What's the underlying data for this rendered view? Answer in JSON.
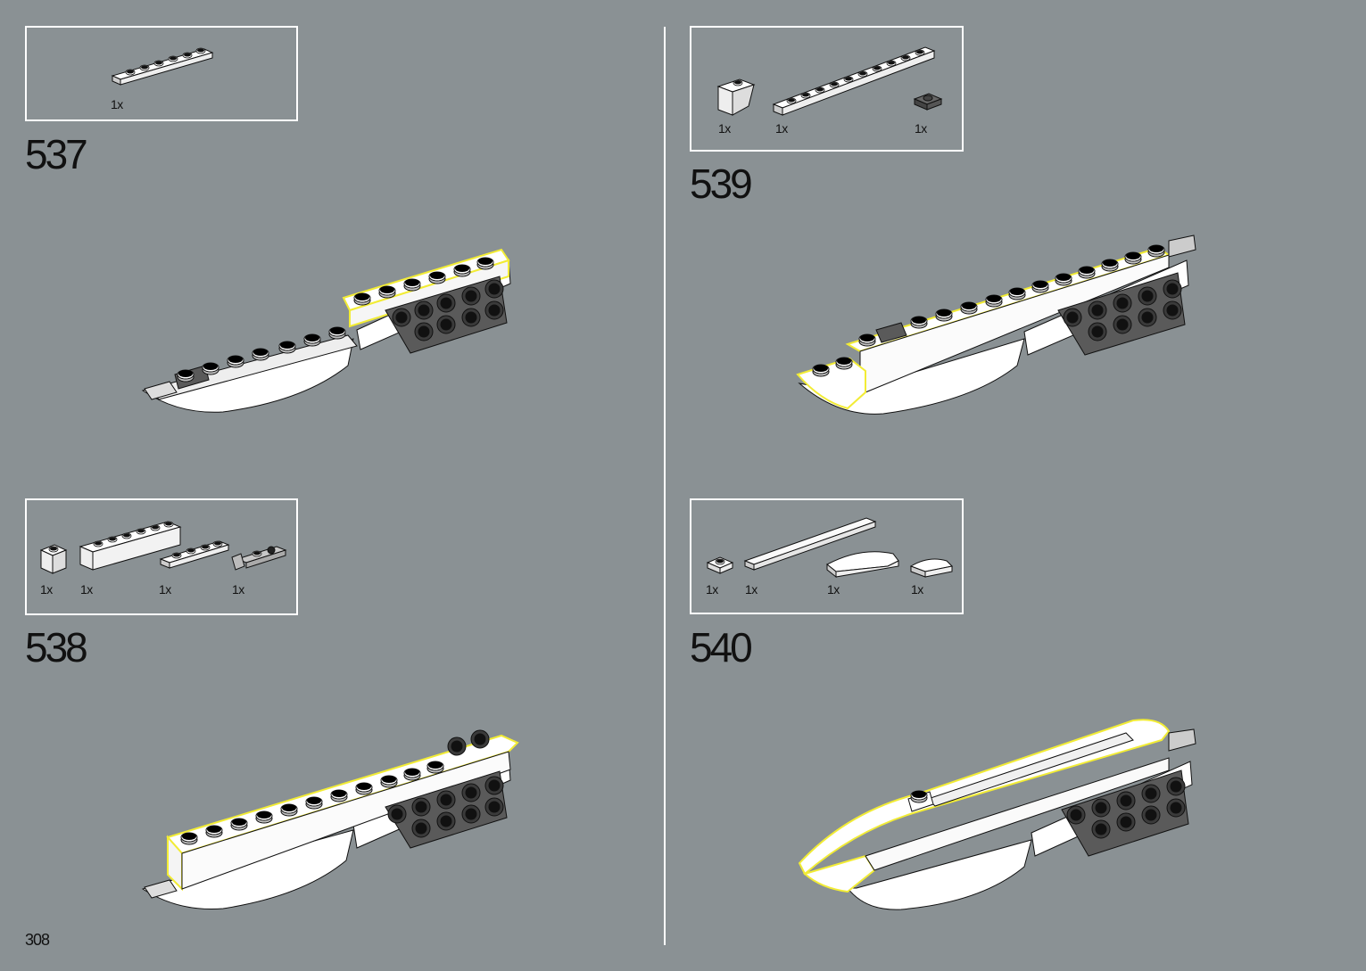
{
  "page": {
    "number": "308"
  },
  "steps": [
    {
      "number": "537",
      "parts": [
        {
          "qty": "1x",
          "icon": "white-plate-1x6-icon"
        }
      ]
    },
    {
      "number": "538",
      "parts": [
        {
          "qty": "1x",
          "icon": "white-brick-1x1-icon"
        },
        {
          "qty": "1x",
          "icon": "white-brick-1x6-icon"
        },
        {
          "qty": "1x",
          "icon": "white-plate-1x4-icon"
        },
        {
          "qty": "1x",
          "icon": "gray-clip-plate-icon"
        }
      ]
    },
    {
      "number": "539",
      "parts": [
        {
          "qty": "1x",
          "icon": "white-slope-brick-icon"
        },
        {
          "qty": "1x",
          "icon": "white-plate-1x10-icon"
        },
        {
          "qty": "1x",
          "icon": "dark-gray-plate-1x1-icon"
        }
      ]
    },
    {
      "number": "540",
      "parts": [
        {
          "qty": "1x",
          "icon": "white-plate-1x1-icon"
        },
        {
          "qty": "1x",
          "icon": "white-tile-1x8-icon"
        },
        {
          "qty": "1x",
          "icon": "white-curved-slope-long-icon"
        },
        {
          "qty": "1x",
          "icon": "white-curved-slope-short-icon"
        }
      ]
    }
  ],
  "colors": {
    "background": "#8a9194",
    "highlight": "#f2ec35",
    "white_part": "#ffffff",
    "dark_part": "#5a5a5a"
  }
}
